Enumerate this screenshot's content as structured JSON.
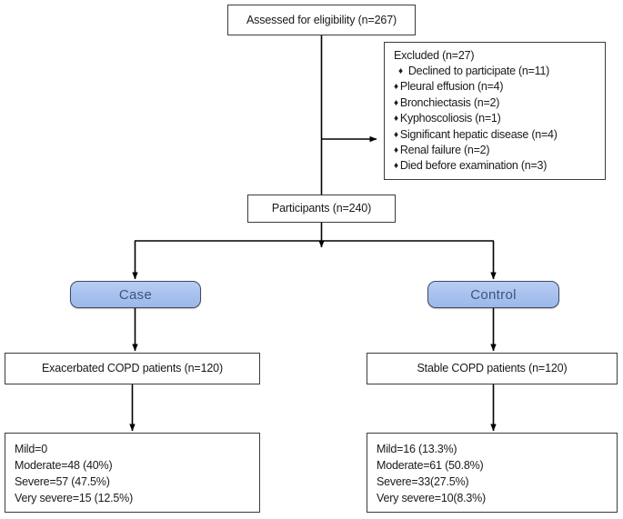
{
  "diagram": {
    "title": "COPD study participant flow diagram",
    "type": "flowchart",
    "colors": {
      "box_border": "#3b3b3b",
      "box_fill": "#ffffff",
      "group_pill_fill": "#a8c2ef",
      "group_pill_border": "#3f4b63",
      "group_pill_text": "#3f5577",
      "connector": "#000000",
      "text": "#181818"
    }
  },
  "nodes": {
    "assessed": {
      "label": "Assessed for eligibility (n=267)"
    },
    "excluded": {
      "title": "Excluded (n=27)",
      "bullet_glyph": "♦",
      "items": [
        "Declined to participate (n=11)",
        "Pleural effusion (n=4)",
        "Bronchiectasis (n=2)",
        "Kyphoscoliosis (n=1)",
        "Significant hepatic disease (n=4)",
        "Renal failure (n=2)",
        "Died before examination (n=3)"
      ]
    },
    "participants": {
      "label": "Participants (n=240)"
    },
    "case_group": {
      "label": "Case"
    },
    "control_group": {
      "label": "Control"
    },
    "case_description": {
      "label": "Exacerbated COPD patients (n=120)"
    },
    "control_description": {
      "label": "Stable COPD patients (n=120)"
    },
    "case_outcome": {
      "lines": [
        "Mild=0",
        "Moderate=48 (40%)",
        "Severe=57 (47.5%)",
        "Very severe=15 (12.5%)"
      ]
    },
    "control_outcome": {
      "lines": [
        "Mild=16 (13.3%)",
        "Moderate=61 (50.8%)",
        "Severe=33(27.5%)",
        "Very severe=10(8.3%)"
      ]
    }
  },
  "chart_data": {
    "type": "table",
    "title": "COPD severity distribution by group",
    "categories": [
      "Mild",
      "Moderate",
      "Severe",
      "Very severe"
    ],
    "series": [
      {
        "name": "Exacerbated COPD patients (n=120)",
        "values": [
          0,
          48,
          57,
          15
        ],
        "percentages": [
          null,
          40.0,
          47.5,
          12.5
        ]
      },
      {
        "name": "Stable COPD patients (n=120)",
        "values": [
          16,
          61,
          33,
          10
        ],
        "percentages": [
          13.3,
          50.8,
          27.5,
          8.3
        ]
      }
    ],
    "assessed_for_eligibility": 267,
    "excluded_total": 27,
    "participants_total": 240
  }
}
